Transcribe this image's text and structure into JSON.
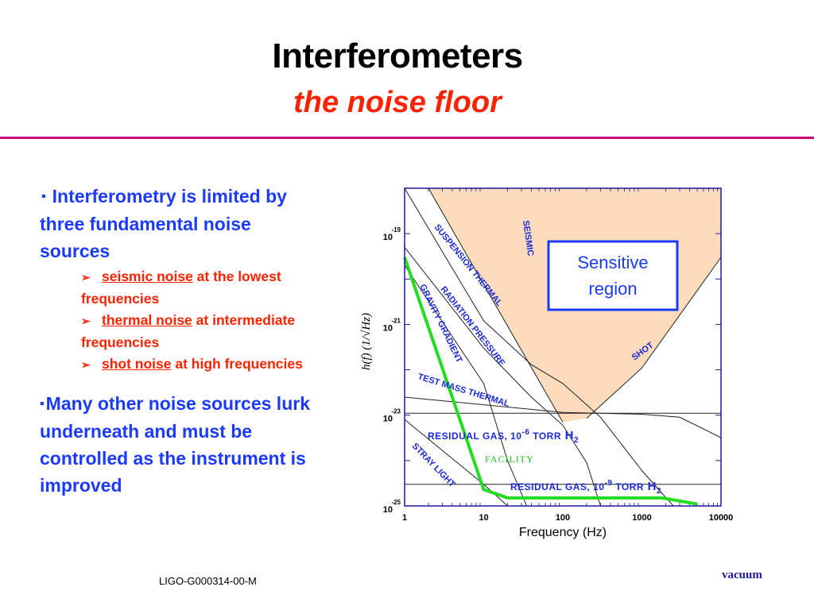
{
  "slide": {
    "title": "Interferometers",
    "subtitle": "the noise floor",
    "rule_color": "#cc0077"
  },
  "bullets": {
    "main_marker": "▪",
    "main_text": "Interferometry is limited by three fundamental noise sources",
    "sub_marker": "➢",
    "sub_items": [
      {
        "term": "seismic noise",
        "rest": " at the lowest frequencies"
      },
      {
        "term": "thermal noise",
        "rest": " at intermediate frequencies"
      },
      {
        "term": "shot noise",
        "rest": " at high frequencies"
      }
    ],
    "second_marker": "▪",
    "second_text": "Many other noise sources lurk underneath and must be controlled as the instrument is improved"
  },
  "footer": {
    "left": "LIGO-G000314-00-M",
    "right": "vacuum"
  },
  "colors": {
    "bullet_blue": "#1a3aff",
    "sub_red": "#ff2200",
    "sensitive_fill": "#fcdcbc",
    "facility_green": "#22dd22",
    "label_blue": "#1a2ad8"
  },
  "chart_data": {
    "type": "line",
    "x_scale": "log",
    "y_scale": "log",
    "xlim": [
      1,
      10000
    ],
    "ylim": [
      1e-25,
      1e-18
    ],
    "xlabel": "Frequency (Hz)",
    "ylabel": "h(f) (1/√Hz)",
    "x_ticks": [
      "1",
      "10",
      "100",
      "1000",
      "10000"
    ],
    "y_ticks": [
      {
        "base": "10",
        "exp": "-19"
      },
      {
        "base": "10",
        "exp": "-21"
      },
      {
        "base": "10",
        "exp": "-23"
      },
      {
        "base": "10",
        "exp": "-25"
      }
    ],
    "annotation_box": "Sensitive region",
    "sensitive_region": [
      [
        2,
        1e-18
      ],
      [
        10000,
        1e-18
      ],
      [
        10000,
        3e-20
      ],
      [
        1000,
        1.1e-22
      ],
      [
        200,
        8.5e-24
      ],
      [
        100,
        7e-24
      ],
      [
        2,
        1e-18
      ]
    ],
    "curves": [
      {
        "label": "SEISMIC",
        "points": [
          [
            2,
            1e-18
          ],
          [
            100,
            7e-24
          ]
        ]
      },
      {
        "label": "SHOT",
        "points": [
          [
            200,
            8.5e-24
          ],
          [
            1000,
            1.1e-22
          ],
          [
            10000,
            3e-20
          ]
        ]
      },
      {
        "label": "SUSPENSION THERMAL",
        "points": [
          [
            1,
            1e-18
          ],
          [
            3,
            4e-20
          ],
          [
            10,
            1.2e-21
          ],
          [
            40,
            1.3e-22
          ],
          [
            100,
            5e-23
          ],
          [
            300,
            9e-24
          ],
          [
            1000,
            6e-25
          ],
          [
            2500,
            1e-25
          ]
        ]
      },
      {
        "label": "RADIATION PRESSURE",
        "points": [
          [
            1,
            5e-20
          ],
          [
            10,
            3e-22
          ],
          [
            40,
            2.5e-23
          ],
          [
            100,
            6e-24
          ],
          [
            200,
            9e-25
          ],
          [
            300,
            1e-25
          ]
        ]
      },
      {
        "label": "GRAVITY GRADIENT",
        "points": [
          [
            1,
            2e-20
          ],
          [
            10,
            5e-23
          ],
          [
            20,
            1e-24
          ],
          [
            35,
            1e-25
          ]
        ]
      },
      {
        "label": "TEST MASS THERMAL",
        "points": [
          [
            1,
            2.5e-23
          ],
          [
            100,
            1.15e-23
          ],
          [
            1000,
            1.05e-23
          ],
          [
            3000,
            9e-24
          ],
          [
            10000,
            3.2e-24
          ]
        ]
      },
      {
        "label": "RESIDUAL GAS, 10^-6 TORR H2",
        "points": [
          [
            1,
            1.1e-23
          ],
          [
            10000,
            1.1e-23
          ]
        ]
      },
      {
        "label": "STRAY LIGHT",
        "points": [
          [
            1,
            8e-24
          ],
          [
            10,
            3e-25
          ],
          [
            20,
            1e-25
          ]
        ]
      },
      {
        "label": "RESIDUAL GAS, 10^-9 TORR H2",
        "points": [
          [
            1,
            3e-25
          ],
          [
            10000,
            3e-25
          ]
        ]
      }
    ],
    "facility": {
      "label": "FACILITY",
      "points": [
        [
          1,
          3e-20
        ],
        [
          10,
          2.3e-25
        ],
        [
          20,
          1.5e-25
        ],
        [
          1800,
          1.5e-25
        ],
        [
          5000,
          1.1e-25
        ]
      ]
    }
  }
}
